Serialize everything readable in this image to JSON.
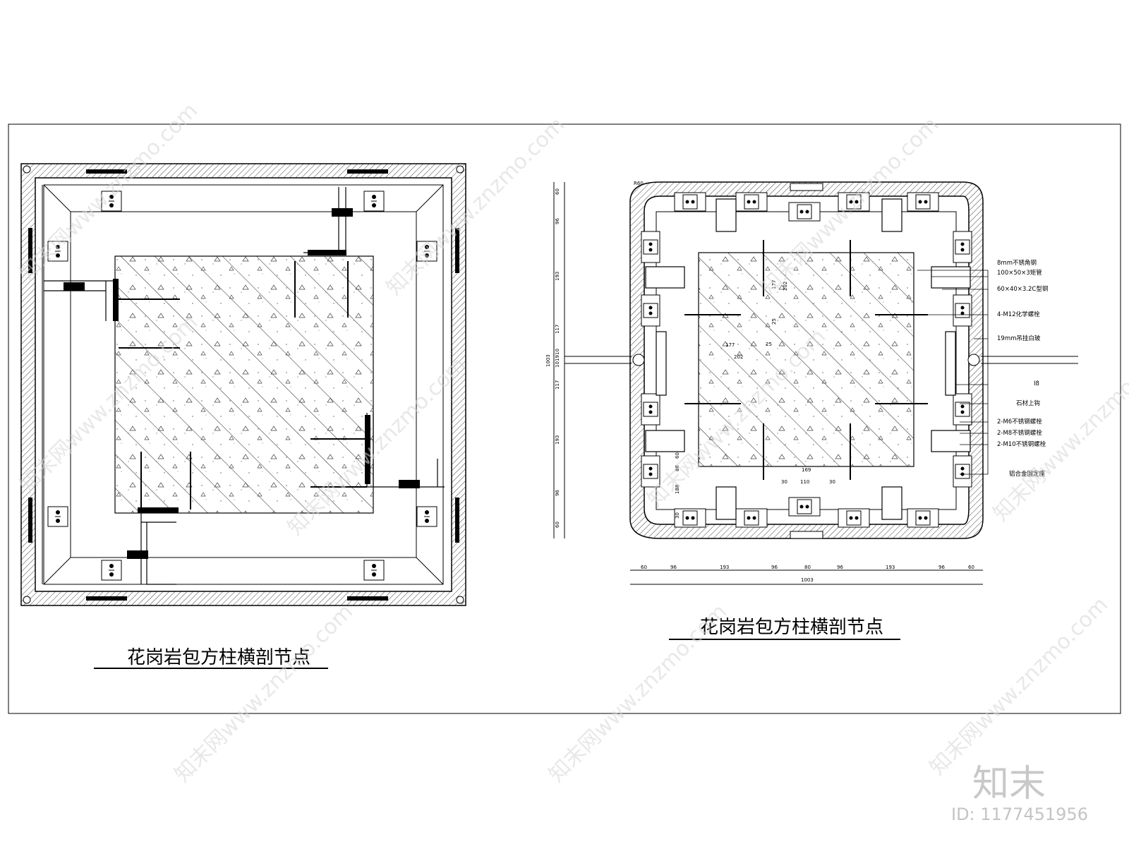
{
  "left_detail": {
    "title": "花岗岩包方柱横剖节点"
  },
  "right_detail": {
    "title": "花岗岩包方柱横剖节点",
    "labels": [
      "8mm不锈角钢",
      "100×50×3矩管",
      "60×40×3.2C型钢",
      "4-M12化学螺栓",
      "19mm吊挂白玻",
      "I8",
      "石材上钩",
      "2-M6不锈钢螺栓",
      "2-M8不锈钢螺栓",
      "2-M10不锈钢螺栓",
      "铝合金固定座"
    ],
    "bottom_dims": [
      "60",
      "96",
      "193",
      "96",
      "80",
      "96",
      "193",
      "96",
      "60"
    ],
    "bottom_total": "1003",
    "left_dims": [
      "60",
      "96",
      "193",
      "117",
      "10",
      "19",
      "10",
      "117",
      "193",
      "96",
      "60"
    ],
    "left_total": "1003",
    "inner_dims": [
      "177",
      "202",
      "25",
      "177",
      "202",
      "169",
      "110",
      "30",
      "30",
      "25",
      "188",
      "30",
      "88",
      "60"
    ],
    "corner_dim": "R60"
  },
  "watermark": {
    "text": "知末网www.znzmo.com",
    "brand": "知末",
    "id": "ID: 1177451956"
  },
  "colors": {
    "line": "#000000",
    "hatch": "#555555",
    "watermark": "#d0d0d0",
    "background": "#ffffff"
  }
}
